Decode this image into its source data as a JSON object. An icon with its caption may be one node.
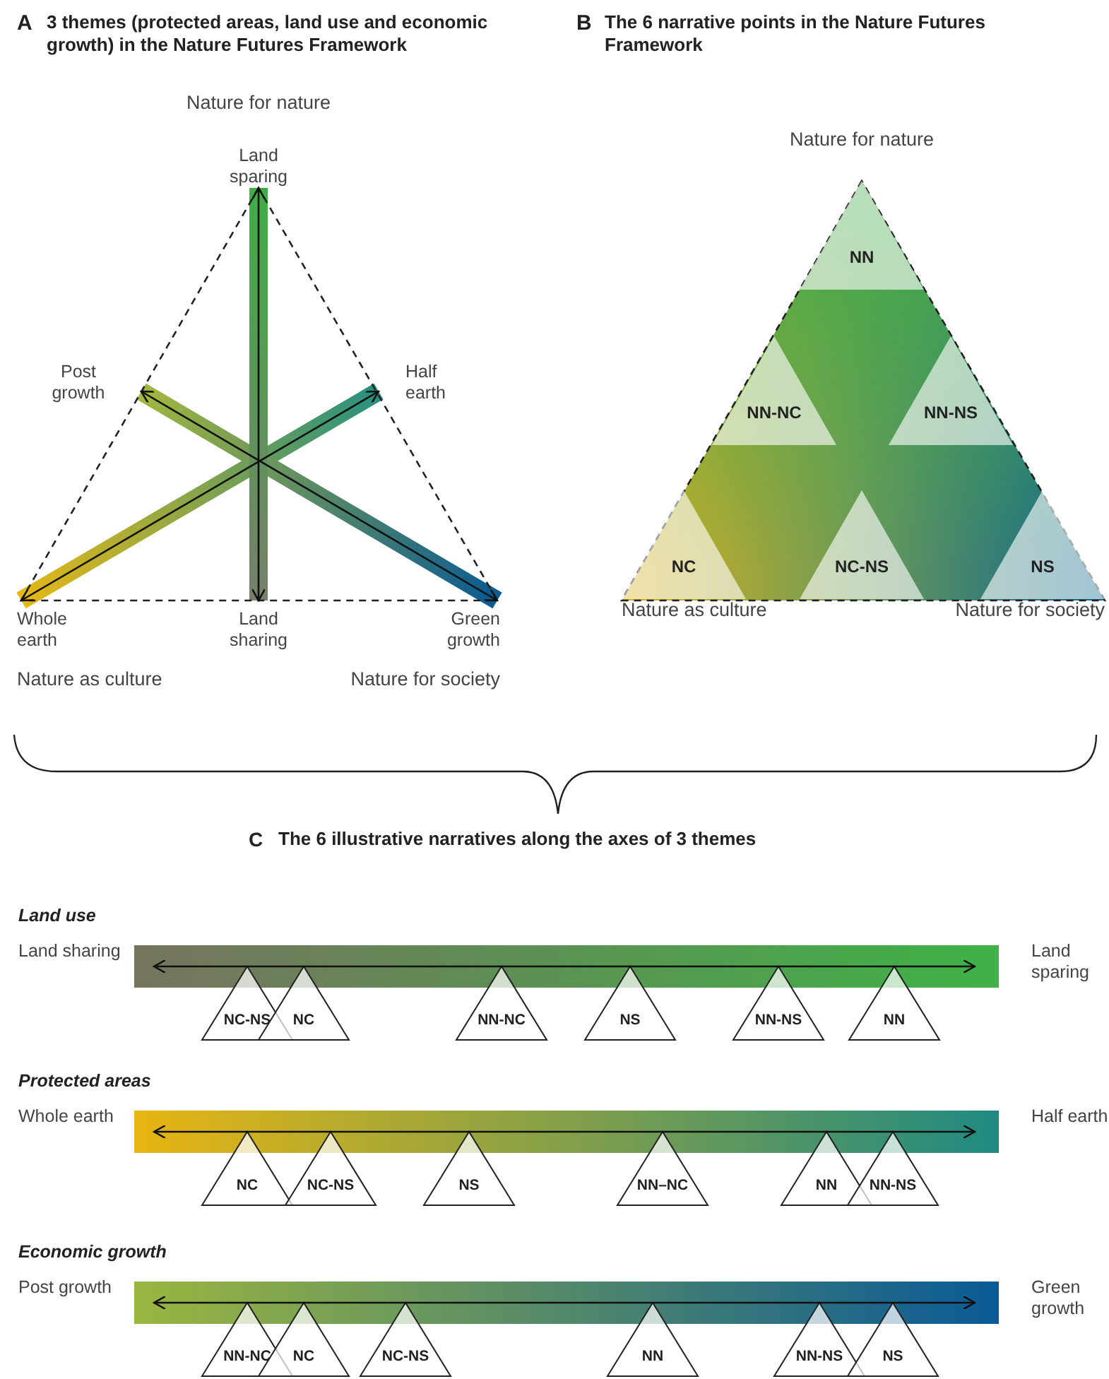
{
  "diagram": {
    "nodes": [
      {
        "text": [
          "Land sparing"
        ]
      },
      {
        "text": [
          "Post growth"
        ]
      },
      {
        "text": [
          "Half earth"
        ]
      },
      {
        "text": [
          "Whole earth"
        ]
      },
      {
        "text": [
          "Land sharing"
        ]
      },
      {
        "text": [
          "Green growth"
        ]
      },
      {
        "text": [
          "NN"
        ]
      },
      {
        "text": [
          "NN-NC"
        ]
      },
      {
        "text": [
          "NN-NS"
        ]
      },
      {
        "text": [
          "NC"
        ]
      },
      {
        "text": [
          "NC-NS"
        ]
      },
      {
        "text": [
          "NS"
        ]
      },
      {
        "text": [
          "Land sharing"
        ]
      },
      {
        "text": [
          "Land sparing"
        ]
      },
      {
        "text": [
          "NC-NS"
        ]
      },
      {
        "text": [
          "NC"
        ]
      },
      {
        "text": [
          "NN-NC"
        ]
      },
      {
        "text": [
          "NS"
        ]
      },
      {
        "text": [
          "NN-NS"
        ]
      },
      {
        "text": [
          "NN"
        ]
      },
      {
        "text": [
          "Whole earth"
        ]
      },
      {
        "text": [
          "Half earth"
        ]
      },
      {
        "text": [
          "NC"
        ]
      },
      {
        "text": [
          "NC-NS"
        ]
      },
      {
        "text": [
          "NS"
        ]
      },
      {
        "text": [
          "NN–NC"
        ]
      },
      {
        "text": [
          "NN"
        ]
      },
      {
        "text": [
          "NN-NS"
        ]
      },
      {
        "text": [
          "Post growth"
        ]
      },
      {
        "text": [
          "Green growth"
        ]
      },
      {
        "text": [
          "NN-NC"
        ]
      },
      {
        "text": [
          "NC"
        ]
      },
      {
        "text": [
          "NC-NS"
        ]
      },
      {
        "text": [
          "NN"
        ]
      },
      {
        "text": [
          "NN-NS"
        ]
      },
      {
        "text": [
          "NS"
        ]
      }
    ],
    "edges": [
      {
        "from": 4,
        "to": 0,
        "arrow": "both"
      },
      {
        "from": 3,
        "to": 2,
        "arrow": "both"
      },
      {
        "from": 1,
        "to": 5,
        "arrow": "both"
      },
      {
        "from": 12,
        "to": 13,
        "arrow": "both"
      },
      {
        "from": 20,
        "to": 21,
        "arrow": "both"
      },
      {
        "from": 28,
        "to": 29,
        "arrow": "both"
      }
    ],
    "labels": [
      "A",
      "3 themes (protected areas, land use and economic growth) in the Nature Futures Framework",
      "B",
      "The 6 narrative points in the Nature Futures Framework",
      "Nature for nature",
      "Nature as culture",
      "Nature for society",
      "Nature for nature",
      "Nature as culture",
      "Nature for society",
      "C",
      "The 6 illustrative narratives along the axes of 3 themes",
      "Land use",
      "Protected areas",
      "Economic growth"
    ]
  }
}
